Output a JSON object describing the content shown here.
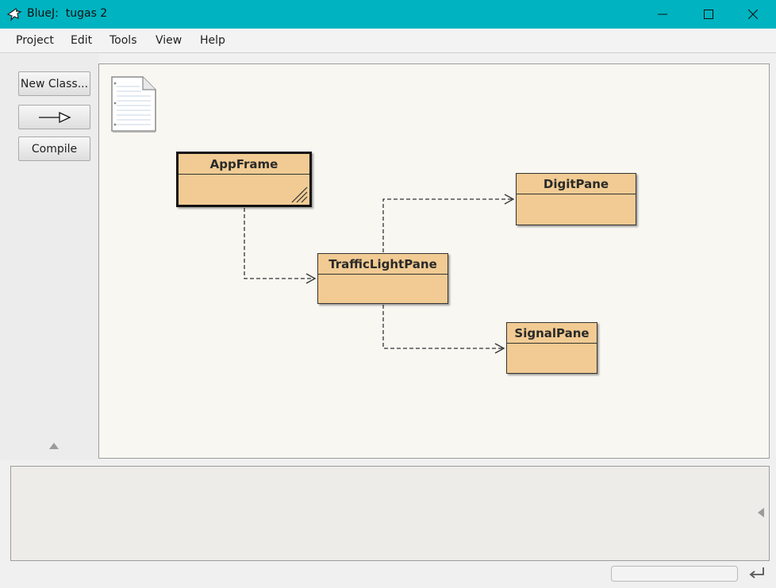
{
  "window": {
    "app_name": "BlueJ:",
    "project_name": "tugas 2",
    "accent_color": "#00b3c0"
  },
  "menu": {
    "items": [
      "Project",
      "Edit",
      "Tools",
      "View",
      "Help"
    ]
  },
  "toolbar": {
    "new_class_label": "New Class...",
    "compile_label": "Compile"
  },
  "diagram": {
    "class_color": "#f1cb93",
    "canvas_color": "#f8f7f2",
    "classes": [
      {
        "name": "AppFrame",
        "selected": true
      },
      {
        "name": "DigitPane",
        "selected": false
      },
      {
        "name": "TrafficLightPane",
        "selected": false
      },
      {
        "name": "SignalPane",
        "selected": false
      }
    ]
  },
  "icons": {
    "app": "bluej-bird-icon",
    "readme": "readme-document-icon",
    "inheritance": "inheritance-arrow-icon",
    "minimize": "minimize-icon",
    "maximize": "maximize-icon",
    "close": "close-icon",
    "reset": "reset-vm-icon"
  }
}
